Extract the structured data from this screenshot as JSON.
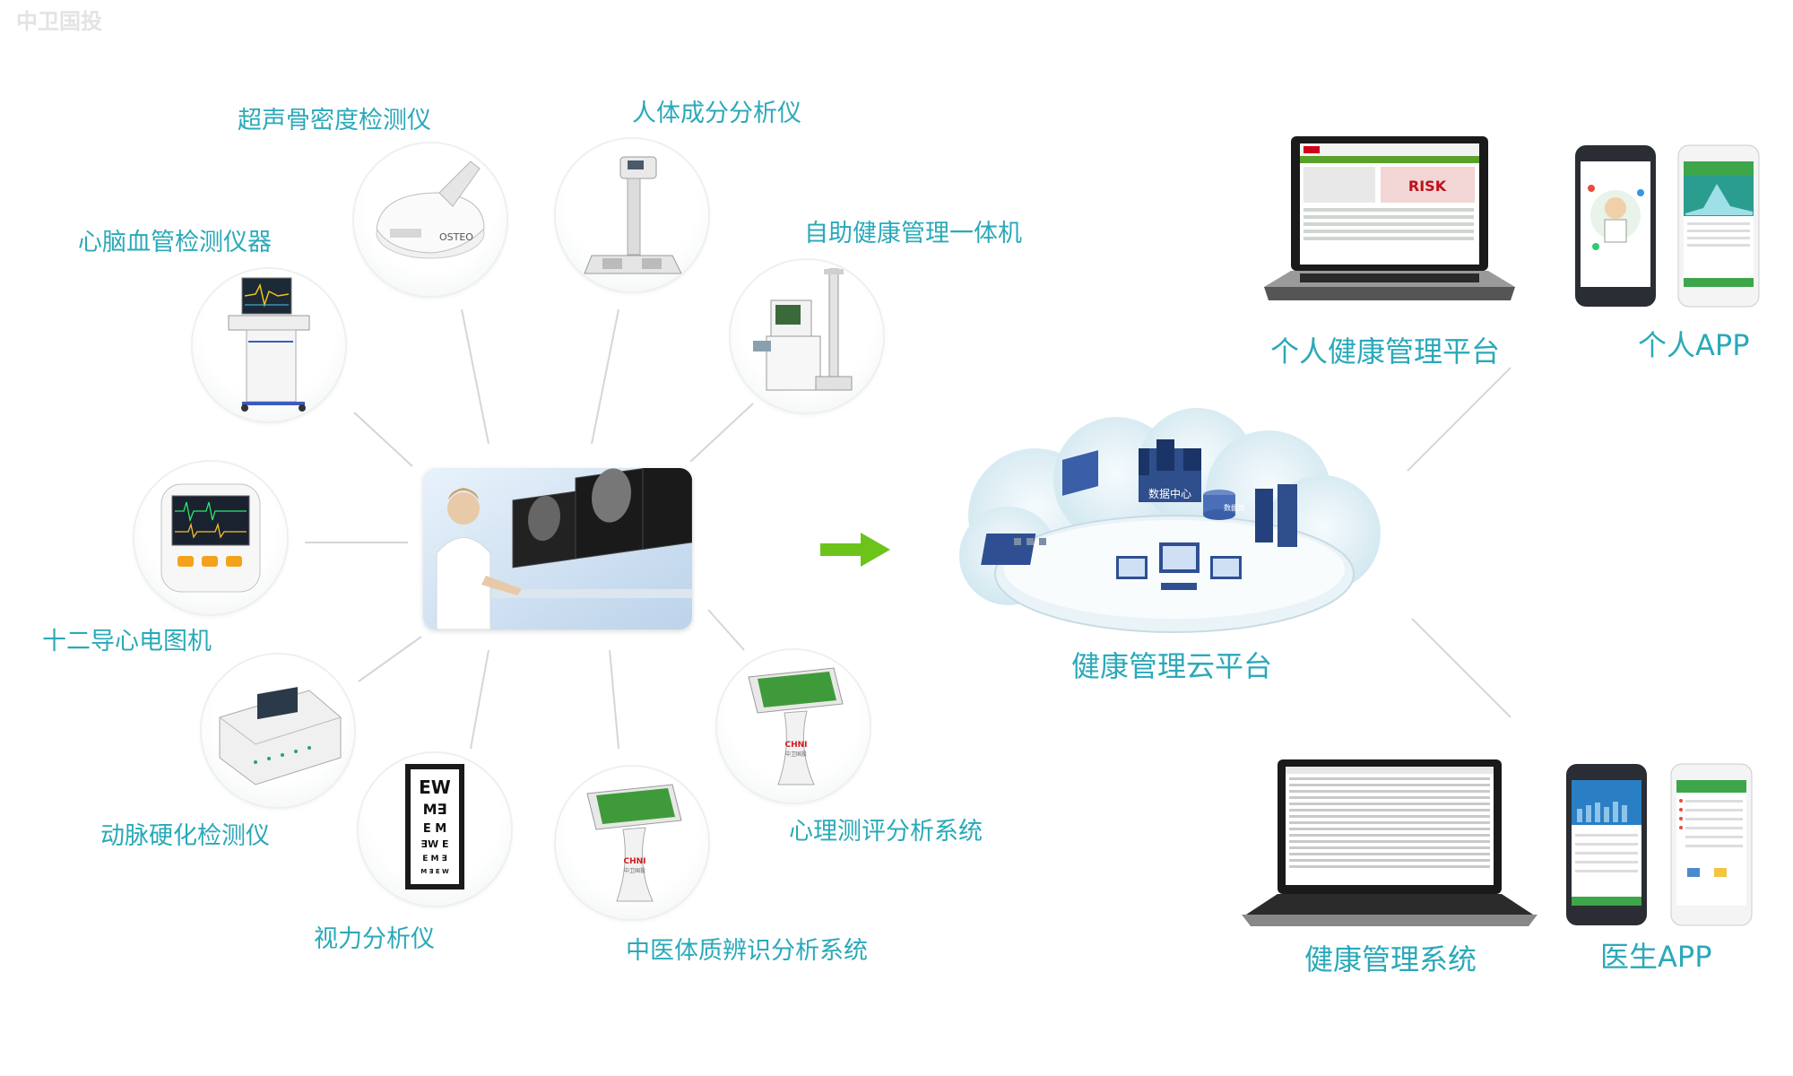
{
  "watermark": "中卫国投",
  "devices": {
    "bone_density": "超声骨密度检测仪",
    "body_composition": "人体成分分析仪",
    "cardio_cerebro": "心脑血管检测仪器",
    "self_service": "自助健康管理一体机",
    "ecg": "十二导心电图机",
    "arteriosclerosis": "动脉硬化检测仪",
    "vision": "视力分析仪",
    "tcm_constitution": "中医体质辨识分析系统",
    "psychology": "心理测评分析系统"
  },
  "cloud": {
    "label": "健康管理云平台",
    "data_center": "数据中心",
    "database": "数据库"
  },
  "outputs": {
    "personal_platform": "个人健康管理平台",
    "personal_app": "个人APP",
    "management_system": "健康管理系统",
    "doctor_app": "医生APP"
  },
  "screen_text": {
    "kiosk_brand": "CHNI",
    "kiosk_brand_sub": "中卫国投",
    "bone_brand": "OSTEO",
    "risk": "RISK",
    "eye_chart": [
      "EW",
      "M∃",
      "E M",
      "∃W E",
      "E M ∃",
      "M ∃ E W"
    ]
  },
  "colors": {
    "label": "#2aa9b9",
    "arrow": "#6cc41b",
    "cloud": "#d9eef4",
    "line": "#cfd4d6"
  }
}
